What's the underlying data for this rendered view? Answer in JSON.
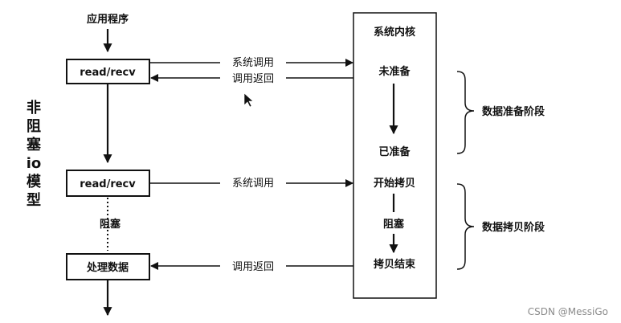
{
  "side_title": [
    "非",
    "阻",
    "塞",
    "io",
    "模",
    "型"
  ],
  "app": {
    "title": "应用程序",
    "box1": "read/recv",
    "box2": "read/recv",
    "box3": "处理数据",
    "blocked": "阻塞"
  },
  "kernel": {
    "title": "系统内核",
    "not_ready": "未准备",
    "ready": "已准备",
    "copy_start": "开始拷贝",
    "blocked": "阻塞",
    "copy_end": "拷贝结束"
  },
  "arrows": {
    "syscall_1": "系统调用",
    "return_1": "调用返回",
    "syscall_2": "系统调用",
    "return_2": "调用返回"
  },
  "phases": {
    "prepare": "数据准备阶段",
    "copy": "数据拷贝阶段"
  },
  "watermark": "CSDN @MessiGo"
}
